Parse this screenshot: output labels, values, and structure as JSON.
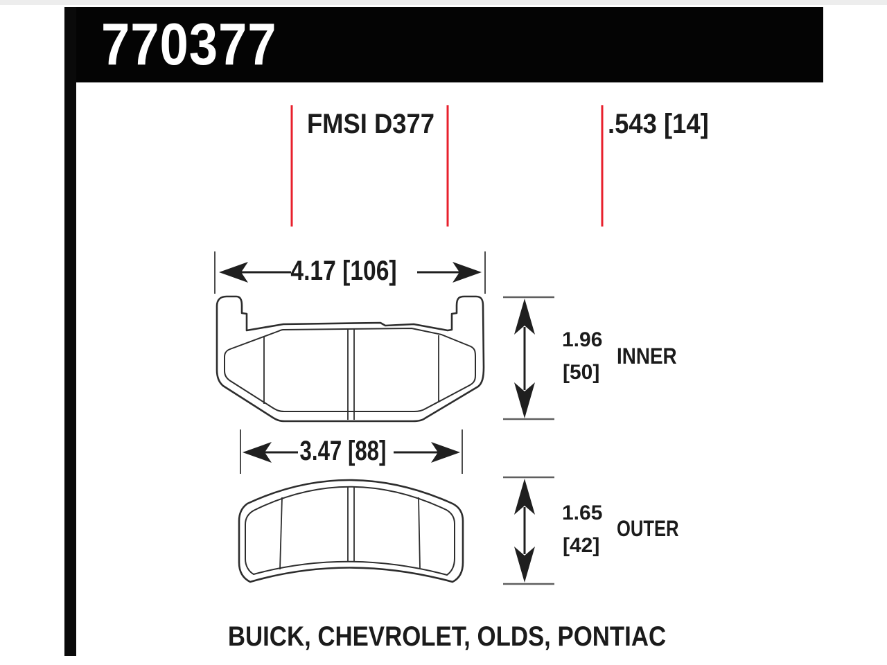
{
  "part": {
    "number": "770377"
  },
  "header": {
    "fmsi_code": "FMSI D377",
    "thickness": ".543 [14]"
  },
  "inner_pad": {
    "width_dim": "4.17 [106]",
    "height_dim_in": "1.96",
    "height_dim_mm": "[50]",
    "label": "INNER"
  },
  "outer_pad": {
    "width_dim": "3.47 [88]",
    "height_dim_in": "1.65",
    "height_dim_mm": "[42]",
    "label": "OUTER"
  },
  "footer": {
    "applications": "BUICK, CHEVROLET, OLDS, PONTIAC"
  },
  "colors": {
    "marker_red": "#e8202c",
    "ink": "#231f20",
    "banner_bg": "#040404",
    "banner_text": "#ffffff"
  }
}
